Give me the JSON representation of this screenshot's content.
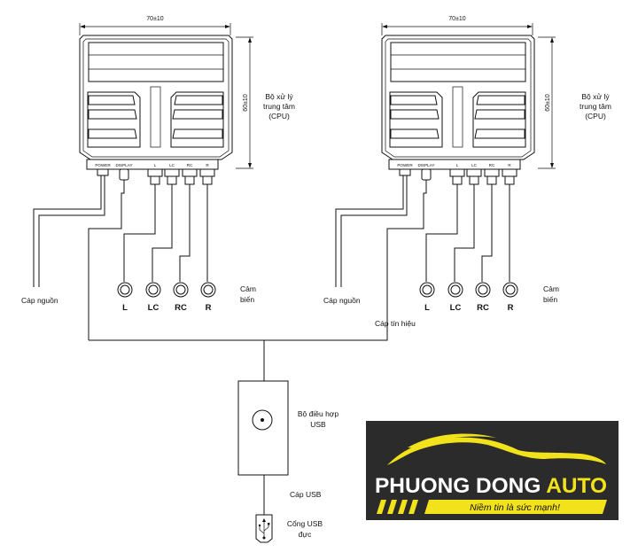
{
  "units": [
    {
      "dim_width": "70±10",
      "dim_height": "60±10",
      "cpu_label": [
        "Bộ xử lý",
        "trung tâm",
        "(CPU)"
      ],
      "ports": [
        "POWER",
        "DISPLAY",
        "L",
        "LC",
        "RC",
        "R"
      ],
      "sensors": [
        "L",
        "LC",
        "RC",
        "R"
      ],
      "sensor_label": [
        "Cảm",
        "biến"
      ],
      "power_cable": "Cáp nguồn"
    },
    {
      "dim_width": "70±10",
      "dim_height": "60±10",
      "cpu_label": [
        "Bộ xử lý",
        "trung tâm",
        "(CPU)"
      ],
      "ports": [
        "POWER",
        "DISPLAY",
        "L",
        "LC",
        "RC",
        "R"
      ],
      "sensors": [
        "L",
        "LC",
        "RC",
        "R"
      ],
      "sensor_label": [
        "Cảm",
        "biến"
      ],
      "power_cable": "Cáp nguồn"
    }
  ],
  "signal_cable": "Cáp tín hiệu",
  "usb_adapter": [
    "Bộ điều hợp",
    "USB"
  ],
  "usb_cable": "Cáp USB",
  "usb_port": [
    "Cổng USB",
    "đực"
  ],
  "logo": {
    "brand_main": "PHUONG DONG",
    "brand_accent": "AUTO",
    "slogan": "Niềm tin là sức mạnh!",
    "colors": {
      "background": "#2b2b2b",
      "accent": "#f2e21c",
      "text": "#ffffff",
      "slogan_bg": "#f2e21c",
      "slogan_text": "#222222"
    }
  }
}
